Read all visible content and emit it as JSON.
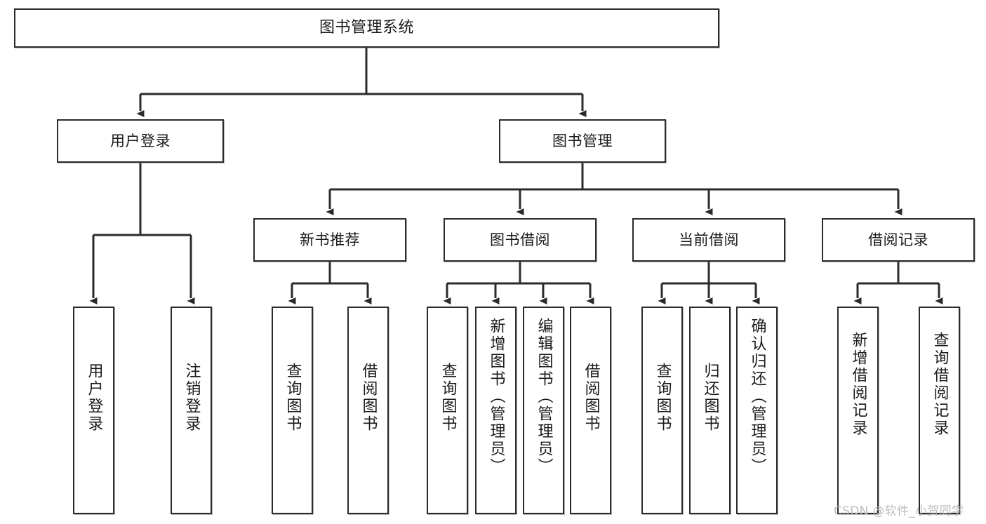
{
  "diagram": {
    "title": "图书管理系统",
    "watermark": "CSDN @软件_小贺同学",
    "line_color": "#2b2b2b",
    "box_fill": "#ffffff",
    "text_color": "#1a1a1a",
    "levels": {
      "level1": [
        {
          "id": "root",
          "label": "图书管理系统"
        }
      ],
      "level2": [
        {
          "id": "user-login",
          "label": "用户登录"
        },
        {
          "id": "book-management",
          "label": "图书管理"
        }
      ],
      "level3": [
        {
          "id": "new-book-recommend",
          "label": "新书推荐",
          "parent": "book-management"
        },
        {
          "id": "book-borrow",
          "label": "图书借阅",
          "parent": "book-management"
        },
        {
          "id": "current-borrow",
          "label": "当前借阅",
          "parent": "book-management"
        },
        {
          "id": "borrow-record",
          "label": "借阅记录",
          "parent": "book-management"
        }
      ],
      "leaves": [
        {
          "id": "leaf-user-login",
          "label": "用户登录",
          "parent": "user-login"
        },
        {
          "id": "leaf-logout-login",
          "label": "注销登录",
          "parent": "user-login"
        },
        {
          "id": "leaf-query-book-1",
          "label": "查询图书",
          "parent": "new-book-recommend"
        },
        {
          "id": "leaf-borrow-book-1",
          "label": "借阅图书",
          "parent": "new-book-recommend"
        },
        {
          "id": "leaf-query-book-2",
          "label": "查询图书",
          "parent": "book-borrow"
        },
        {
          "id": "leaf-add-book",
          "label": "新增图书（管理员）",
          "parent": "book-borrow"
        },
        {
          "id": "leaf-edit-book",
          "label": "编辑图书（管理员）",
          "parent": "book-borrow"
        },
        {
          "id": "leaf-borrow-book-2",
          "label": "借阅图书",
          "parent": "book-borrow"
        },
        {
          "id": "leaf-query-book-3",
          "label": "查询图书",
          "parent": "current-borrow"
        },
        {
          "id": "leaf-return-book",
          "label": "归还图书",
          "parent": "current-borrow"
        },
        {
          "id": "leaf-confirm-return",
          "label": "确认归还（管理员）",
          "parent": "current-borrow"
        },
        {
          "id": "leaf-add-record",
          "label": "新增借阅记录",
          "parent": "borrow-record"
        },
        {
          "id": "leaf-query-record",
          "label": "查询借阅记录",
          "parent": "borrow-record"
        }
      ]
    }
  }
}
